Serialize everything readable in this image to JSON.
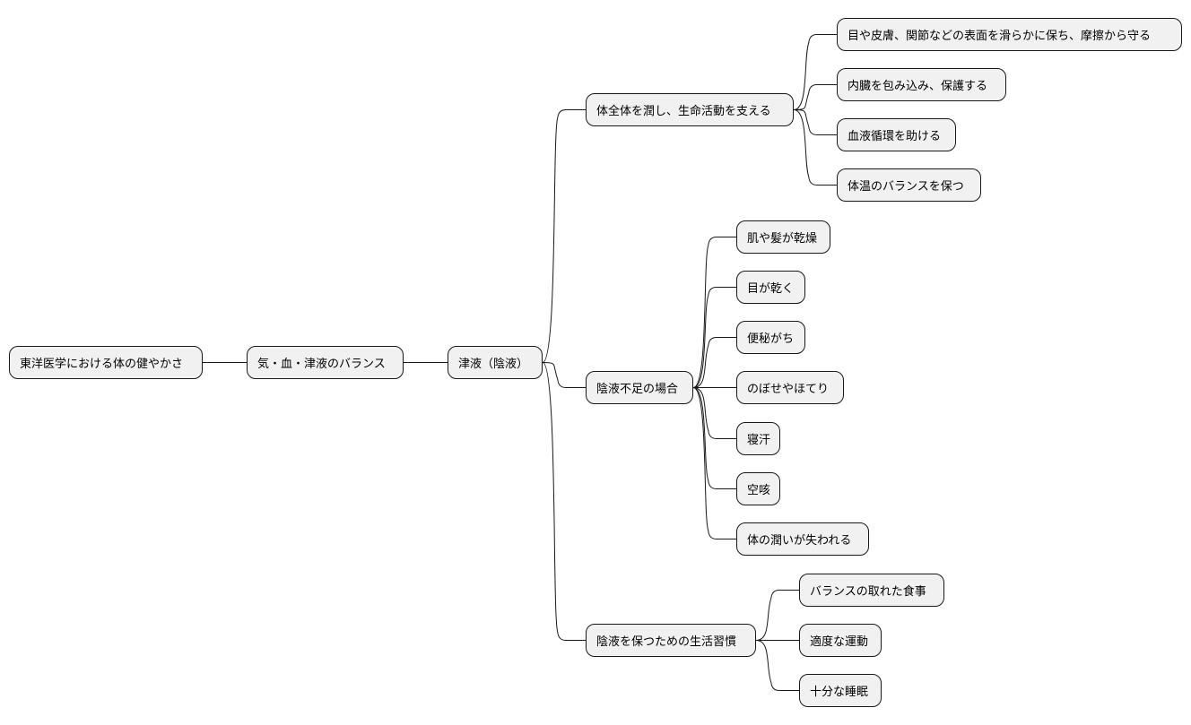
{
  "mindmap": {
    "root": "東洋医学における体の健やかさ",
    "level1": "気・血・津液のバランス",
    "level2": "津液（陰液）",
    "branches": [
      {
        "label": "体全体を潤し、生命活動を支える",
        "children": [
          "目や皮膚、関節などの表面を滑らかに保ち、摩擦から守る",
          "内臓を包み込み、保護する",
          "血液循環を助ける",
          "体温のバランスを保つ"
        ]
      },
      {
        "label": "陰液不足の場合",
        "children": [
          "肌や髪が乾燥",
          "目が乾く",
          "便秘がち",
          "のぼせやほてり",
          "寝汗",
          "空咳",
          "体の潤いが失われる"
        ]
      },
      {
        "label": "陰液を保つための生活習慣",
        "children": [
          "バランスの取れた食事",
          "適度な運動",
          "十分な睡眠"
        ]
      }
    ]
  },
  "colors": {
    "node_fill": "#f1f1f1",
    "node_border": "#181818",
    "edge": "#181818",
    "background": "#ffffff"
  }
}
